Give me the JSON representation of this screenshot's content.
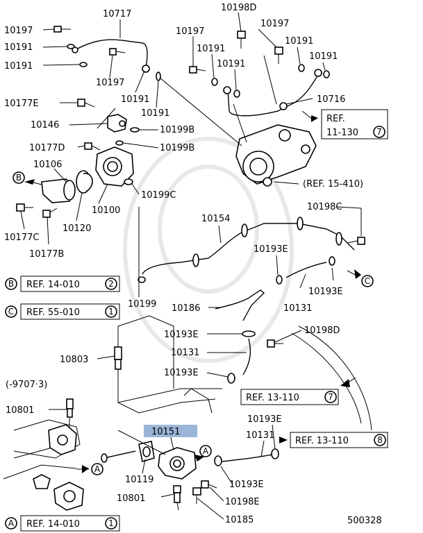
{
  "labels": {
    "p10717": "10717",
    "p10198d_top": "10198D",
    "p10197_a": "10197",
    "p10191_a": "10191",
    "p10191_b": "10191",
    "p10197_b": "10197",
    "p10191_c": "10191",
    "p10191_d": "10191",
    "p10197_c": "10197",
    "p10191_e": "10191",
    "p10191_f": "10191",
    "p10197_d": "10197",
    "p10191_g": "10191",
    "p10191_h": "10191",
    "p10716": "10716",
    "p10177e": "10177E",
    "p10146": "10146",
    "p10199b_a": "10199B",
    "p10199b_b": "10199B",
    "p10177d": "10177D",
    "p10106": "10106",
    "p10199c": "10199C",
    "p10100": "10100",
    "p10120": "10120",
    "p10177c": "10177C",
    "p10177b": "10177B",
    "p10154": "10154",
    "p10198c": "10198C",
    "p10193e_a": "10193E",
    "p10193e_b": "10193E",
    "p10199": "10199",
    "p10186": "10186",
    "p10131_a": "10131",
    "p10193e_c": "10193E",
    "p10198d": "10198D",
    "p10131_b": "10131",
    "p10803": "10803",
    "p10193e_d": "10193E",
    "date_range": "(-9707·3)",
    "p10801_a": "10801",
    "p10193e_e": "10193E",
    "p10151": "10151",
    "p10131_c": "10131",
    "p10119": "10119",
    "p10193e_f": "10193E",
    "p10801_b": "10801",
    "p10198e": "10198E",
    "p10185": "10185",
    "diagram_id": "500328"
  },
  "refs": {
    "ref_11_130": {
      "line1": "REF.",
      "line2": "11-130",
      "circle": "7"
    },
    "ref_15_410": "(REF. 15-410)",
    "ref_14_010_b": {
      "letter": "B",
      "text": "REF. 14-010",
      "circle": "2"
    },
    "ref_55_010_c": {
      "letter": "C",
      "text": "REF. 55-010",
      "circle": "1"
    },
    "ref_13_110_7": {
      "text": "REF. 13-110",
      "circle": "7"
    },
    "ref_13_110_8": {
      "text": "REF. 13-110",
      "circle": "8"
    },
    "ref_14_010_a": {
      "letter": "A",
      "text": "REF. 14-010",
      "circle": "1"
    }
  },
  "markers": {
    "a": "A",
    "b": "B",
    "c": "C"
  },
  "colors": {
    "highlight": "#9ab5d6"
  }
}
